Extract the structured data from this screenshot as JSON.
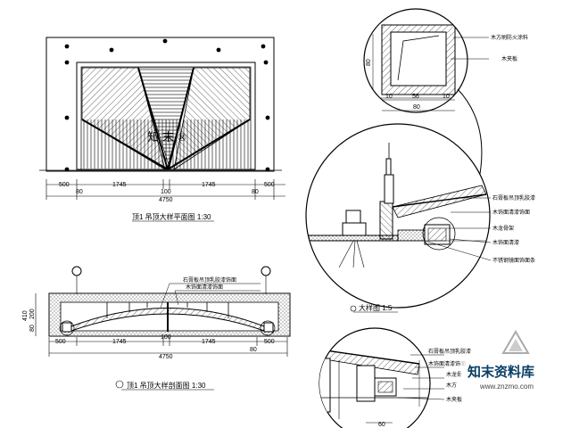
{
  "elevation": {
    "dims_top": [
      "500",
      "80",
      "1745",
      "100",
      "1745",
      "80",
      "500"
    ],
    "dim_total": "4750",
    "title": "顶1 吊顶大样平面图 1:30"
  },
  "section": {
    "dims": [
      "500",
      "1745",
      "100",
      "1745",
      "500"
    ],
    "dim_right": "80",
    "dim_total": "4750",
    "left_vertical": [
      "410",
      "200",
      "80"
    ],
    "callouts": [
      "石膏板吊顶乳胶漆饰面",
      "木饰面清漆饰面"
    ],
    "title": "顶1 吊顶大样剖面图 1:30"
  },
  "detail_box": {
    "dim_left": "80",
    "dims_bottom": [
      "10",
      "56",
      "10"
    ],
    "dim_bottom_total": "80",
    "labels": [
      "木方刷防火涂料",
      "木夹板"
    ]
  },
  "detail_main": {
    "labels": [
      "石膏板吊顶乳胶漆",
      "木饰面清漆饰面",
      "木龙骨架",
      "木饰面清漆",
      "不锈钢镜面饰面条"
    ],
    "title": "大样图 1:5"
  },
  "detail_bottom": {
    "labels": [
      "石膏板吊顶乳胶漆",
      "木饰面清漆饰面",
      "木龙骨",
      "木方",
      "木夹板"
    ],
    "dim": "60"
  },
  "watermark": {
    "text": "知末资料库",
    "url": "www.znzmo.com"
  }
}
